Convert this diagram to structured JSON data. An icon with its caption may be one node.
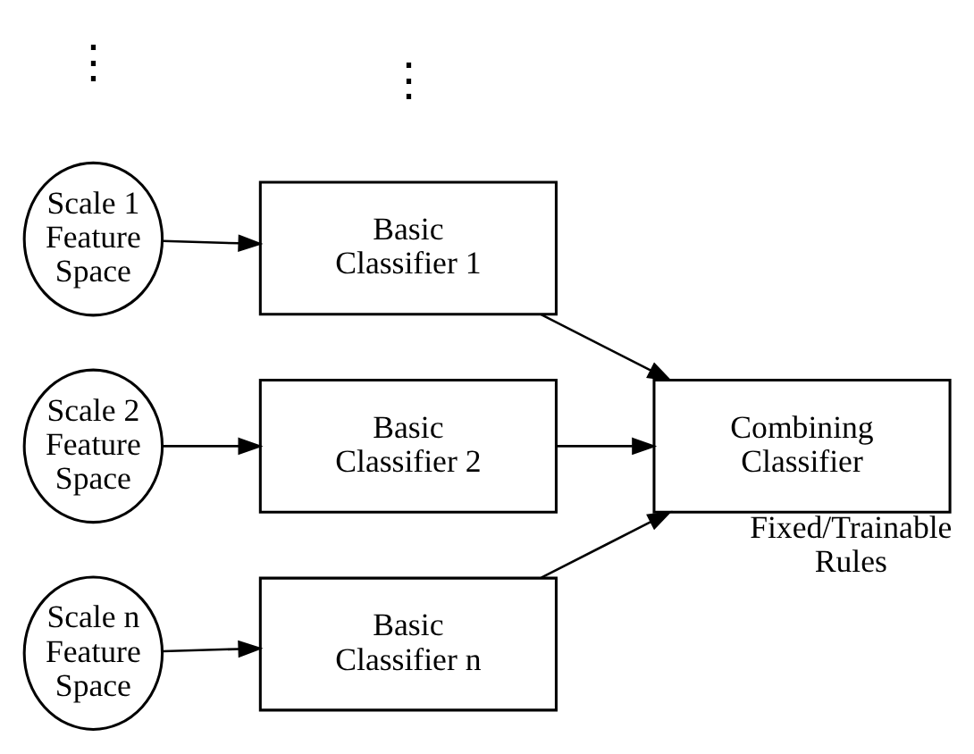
{
  "diagram": {
    "nodes": [
      {
        "text": [
          "Scale 1 Feature Space"
        ]
      },
      {
        "text": [
          "Scale 2 Feature Space"
        ]
      },
      {
        "text": [
          "Scale n Feature Space"
        ]
      },
      {
        "text": [
          "Basic Classifier 1"
        ]
      },
      {
        "text": [
          "Basic Classifier 2"
        ]
      },
      {
        "text": [
          "Basic Classifier n"
        ]
      },
      {
        "text": [
          "Combining Classifier"
        ],
        "beside": [
          "Fixed/Trainable Rules"
        ]
      }
    ],
    "edges": [
      {
        "from": 0,
        "to": 3,
        "arrow": "to"
      },
      {
        "from": 1,
        "to": 4,
        "arrow": "to"
      },
      {
        "from": 2,
        "to": 5,
        "arrow": "to"
      },
      {
        "from": 3,
        "to": 6,
        "arrow": "to"
      },
      {
        "from": 4,
        "to": 6,
        "arrow": "to"
      },
      {
        "from": 5,
        "to": 6,
        "arrow": "to"
      }
    ],
    "labels": [
      "⋮",
      "⋮"
    ]
  }
}
